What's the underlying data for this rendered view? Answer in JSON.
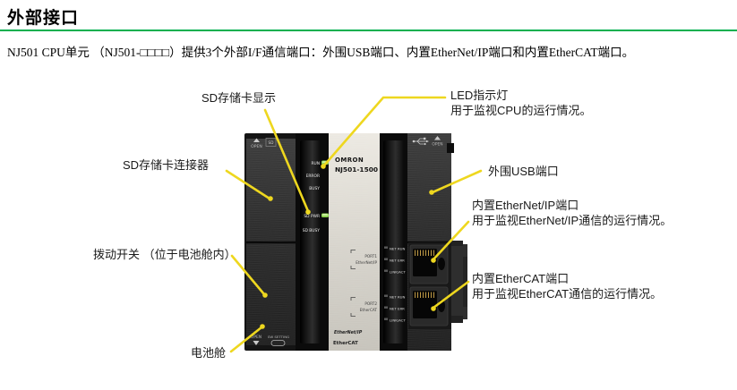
{
  "page": {
    "title": "外部接口",
    "intro": "NJ501 CPU单元 （NJ501-□□□□）提供3个外部I/F通信端口：外围USB端口、内置EtherNet/IP端口和内置EtherCAT端口。"
  },
  "colors": {
    "accent_green": "#00b04f",
    "callout_yellow": "#eed71f",
    "led_green": "#8fd653"
  },
  "callouts": {
    "sd_display": {
      "label": "SD存储卡显示"
    },
    "sd_connector": {
      "label": "SD存储卡连接器"
    },
    "led": {
      "label": "LED指示灯",
      "desc": "用于监视CPU的运行情况。"
    },
    "usb": {
      "label": "外围USB端口"
    },
    "ethernet_ip": {
      "label": "内置EtherNet/IP端口",
      "desc": "用于监视EtherNet/IP通信的运行情况。"
    },
    "ethercat": {
      "label": "内置EtherCAT端口",
      "desc": "用于监视EtherCAT通信的运行情况。"
    },
    "toggle_switch": {
      "label": "拨动开关 （位于电池舱内）"
    },
    "battery": {
      "label": "电池舱"
    }
  },
  "device": {
    "brand": "OMRON",
    "model": "NJ501-1500",
    "markings": {
      "open_top_left": "OPEN",
      "sd_tab": "SD",
      "open_bottom_left": "OPEN",
      "sw_setting": "SW SETTING",
      "open_top_right": "OPEN",
      "cpu_leds": [
        "RUN",
        "ERROR",
        "BUSY"
      ],
      "sd_leds": [
        "SD PWR",
        "SD BUSY"
      ],
      "port1": {
        "name": "PORT1",
        "type": "EtherNet/IP",
        "leds": [
          "NET RUN",
          "NET ERR",
          "LINK/ACT"
        ]
      },
      "port2": {
        "name": "PORT2",
        "type": "EtherCAT",
        "leds": [
          "NET RUN",
          "NET ERR",
          "LINK/ACT"
        ]
      },
      "logo_ethernet_ip": "EtherNet/IP",
      "logo_ethercat": "EtherCAT"
    }
  }
}
